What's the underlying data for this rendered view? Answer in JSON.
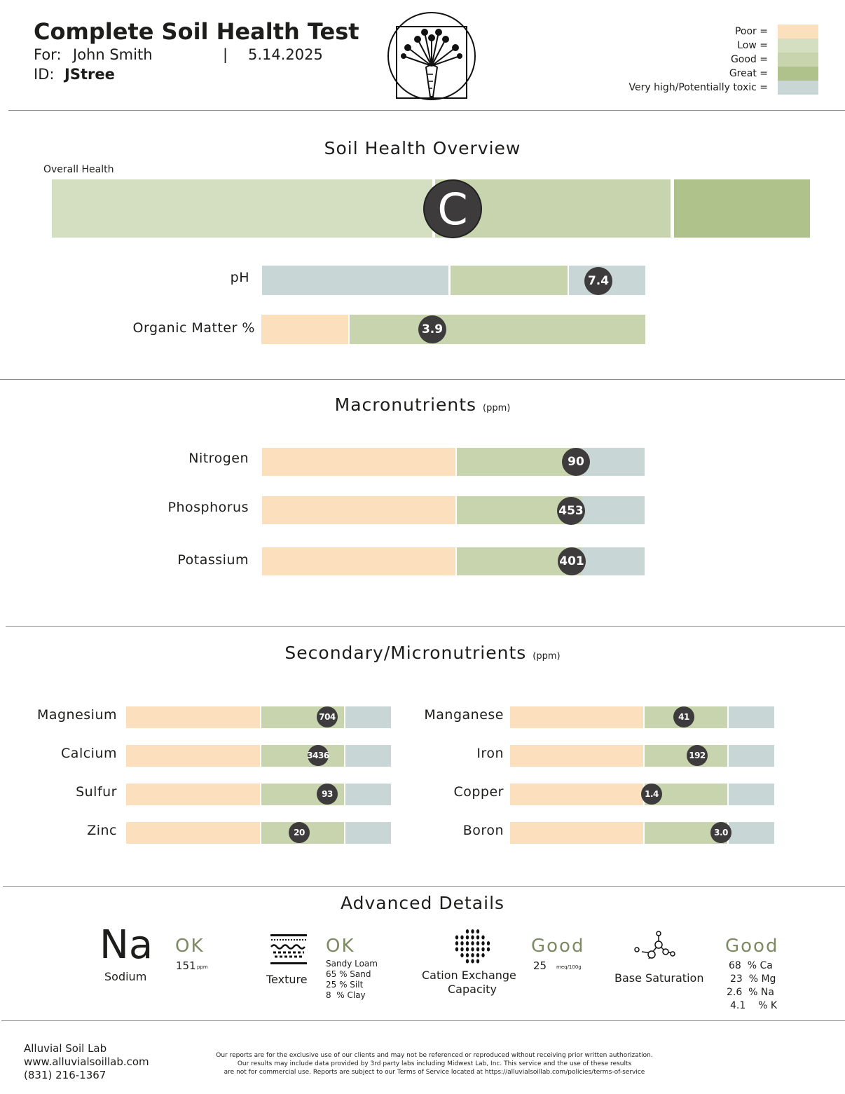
{
  "header": {
    "title": "Complete Soil Health Test",
    "for_label": "For:",
    "client_name": "John Smith",
    "separator": "|",
    "date": "5.14.2025",
    "id_label": "ID:",
    "id_value": "JStree",
    "logo": "carrot-logo-icon"
  },
  "legend": [
    {
      "label": "Poor =",
      "color": "#fcdfbd"
    },
    {
      "label": "Low =",
      "color": "#d4dfc2"
    },
    {
      "label": "Good =",
      "color": "#c7d4ae"
    },
    {
      "label": "Great =",
      "color": "#b0c28b"
    },
    {
      "label": "Very high/Potentially toxic =",
      "color": "#c9d6d6"
    }
  ],
  "overview": {
    "title": "Soil Health Overview",
    "overall_label": "Overall Health",
    "overall_grade": "C",
    "ph": {
      "label": "pH",
      "value": "7.4"
    },
    "organic_matter": {
      "label": "Organic Matter %",
      "value": "3.9"
    }
  },
  "macronutrients": {
    "title": "Macronutrients",
    "unit": "(ppm)",
    "items": [
      {
        "label": "Nitrogen",
        "value": "90"
      },
      {
        "label": "Phosphorus",
        "value": "453"
      },
      {
        "label": "Potassium",
        "value": "401"
      }
    ]
  },
  "secondary": {
    "title": "Secondary/Micronutrients",
    "unit": "(ppm)",
    "left": [
      {
        "label": "Magnesium",
        "value": "704"
      },
      {
        "label": "Calcium",
        "value": "3436"
      },
      {
        "label": "Sulfur",
        "value": "93"
      },
      {
        "label": "Zinc",
        "value": "20"
      }
    ],
    "right": [
      {
        "label": "Manganese",
        "value": "41"
      },
      {
        "label": "Iron",
        "value": "192"
      },
      {
        "label": "Copper",
        "value": "1.4"
      },
      {
        "label": "Boron",
        "value": "3.0"
      }
    ]
  },
  "advanced": {
    "title": "Advanced Details",
    "sodium": {
      "symbol": "Na",
      "label": "Sodium",
      "status": "OK",
      "value": "151",
      "unit": "ppm"
    },
    "texture": {
      "label": "Texture",
      "status": "OK",
      "class": "Sandy Loam",
      "sand": "65 % Sand",
      "silt": "25 % Silt",
      "clay": "8  % Clay"
    },
    "cec": {
      "label1": "Cation Exchange",
      "label2": "Capacity",
      "status": "Good",
      "value": "25",
      "unit": "meq/100g"
    },
    "base_saturation": {
      "label": "Base Saturation",
      "status": "Good",
      "ca": "68  % Ca",
      "mg": "23  % Mg",
      "na": "2.6  % Na",
      "k": "4.1    % K"
    }
  },
  "footer": {
    "lab": "Alluvial Soil Lab",
    "website": "www.alluvialsoillab.com",
    "phone": "(831) 216-1367",
    "disclaimer1": "Our reports are for the exclusive use of our clients and may not be referenced or reproduced without receiving prior written authorization.",
    "disclaimer2": "Our results may include data provided by 3rd party labs including Midwest Lab, Inc. This service and the use of these results",
    "disclaimer3": "are not for commercial use. Reports are subject to our Terms of Service located at https://alluvialsoillab.com/policies/terms-of-service"
  }
}
